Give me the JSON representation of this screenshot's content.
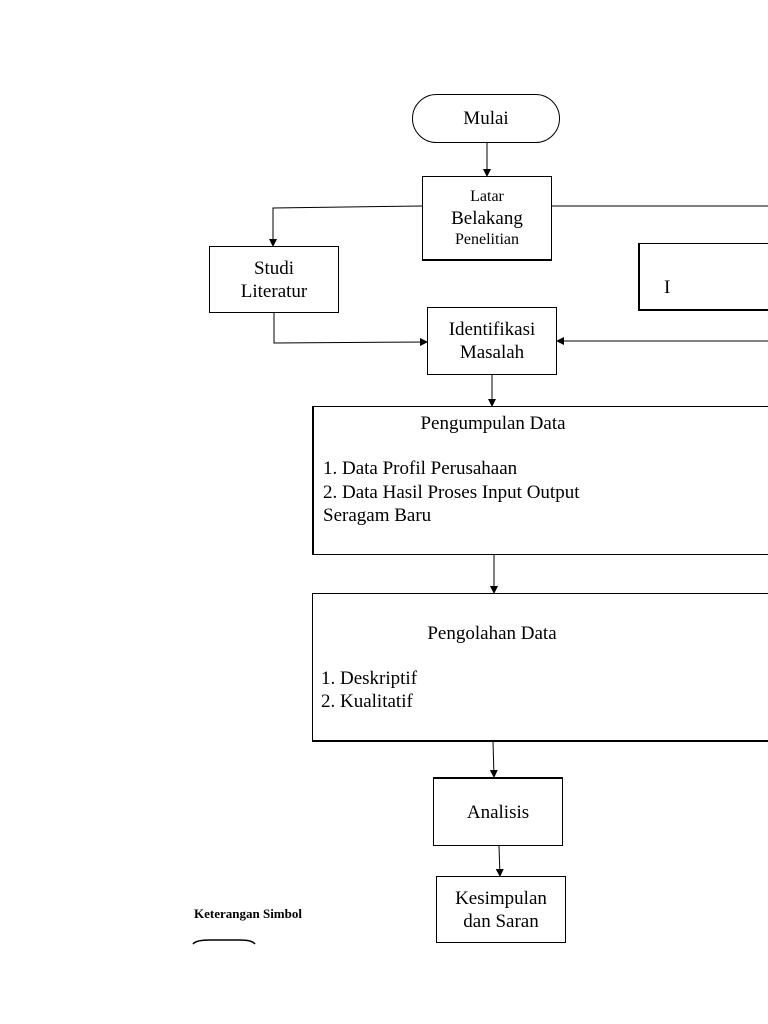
{
  "start": {
    "label": "Mulai"
  },
  "background": {
    "line1": "Latar",
    "line2": "Belakang",
    "line3": "Penelitian"
  },
  "literature": {
    "line1": "Studi",
    "line2": "Literatur"
  },
  "right_box": {
    "partial_text": "I"
  },
  "identification": {
    "line1": "Identifikasi",
    "line2": "Masalah"
  },
  "data_collection": {
    "title": "Pengumpulan Data",
    "items": [
      "1. Data Profil Perusahaan",
      "2. Data Hasil Proses Input Output",
      "Seragam Baru"
    ]
  },
  "data_processing": {
    "title": "Pengolahan Data",
    "items": [
      "1. Deskriptif",
      "2. Kualitatif"
    ]
  },
  "analysis": {
    "label": "Analisis"
  },
  "conclusion": {
    "line1": "Kesimpulan",
    "line2": "dan Saran"
  },
  "legend": {
    "title": "Keterangan Simbol"
  }
}
